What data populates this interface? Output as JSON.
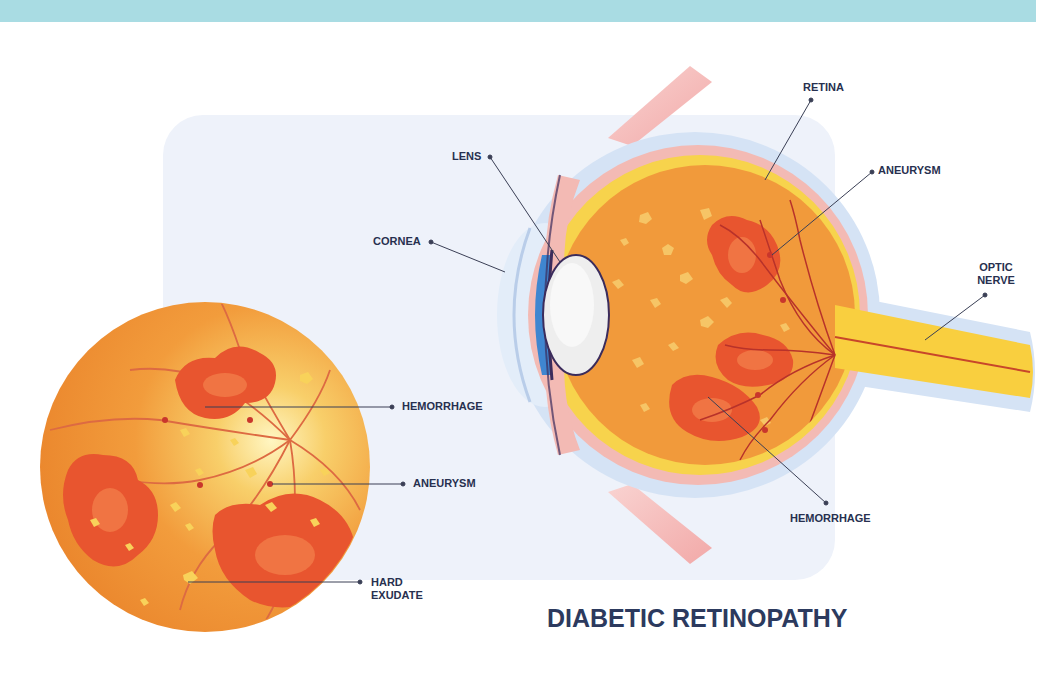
{
  "diagram": {
    "title": "DIABETIC RETINOPATHY",
    "labels": [
      "LENS",
      "CORNEA",
      "RETINA",
      "ANEURYSM",
      "OPTIC NERVE",
      "HEMORRHAGE",
      "HEMORRHAGE",
      "ANEURYSM",
      "HARD EXUDATE"
    ]
  }
}
